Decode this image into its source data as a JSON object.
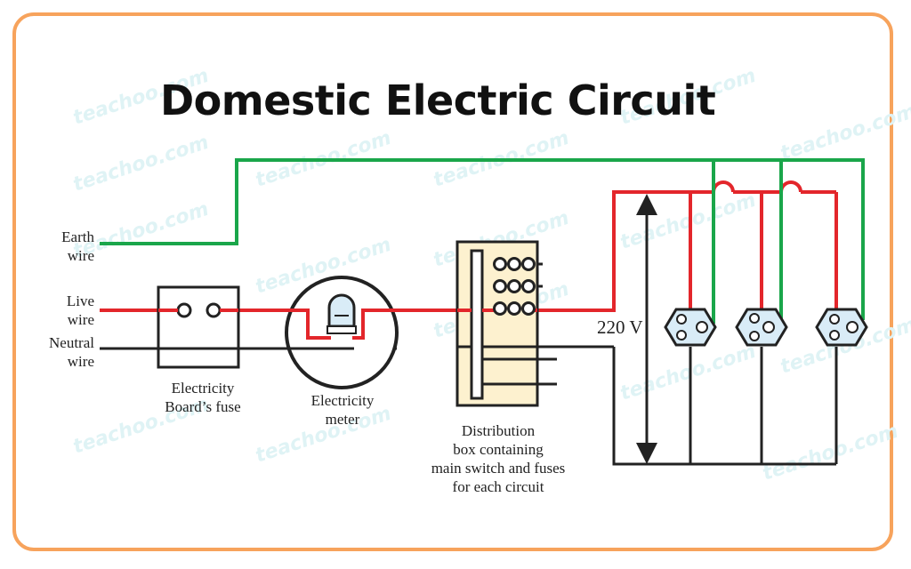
{
  "title": "Domestic Electric Circuit",
  "watermark": "teachoo.com",
  "labels": {
    "earth_line1": "Earth",
    "earth_line2": "wire",
    "live_line1": "Live",
    "live_line2": "wire",
    "neutral_line1": "Neutral",
    "neutral_line2": "wire",
    "board_fuse_line1": "Electricity",
    "board_fuse_line2": "Board’s fuse",
    "meter_line1": "Electricity",
    "meter_line2": "meter",
    "distribution_line1": "Distribution",
    "distribution_line2": "box containing",
    "distribution_line3": "main switch and fuses",
    "distribution_line4": "for each circuit",
    "voltage": "220 V"
  },
  "colors": {
    "earth": "#1aa64a",
    "live": "#e3262b",
    "neutral": "#222222",
    "frame": "#f7a35c",
    "distribution_box": "#fdf1cf",
    "socket": "#d9ecf7"
  }
}
